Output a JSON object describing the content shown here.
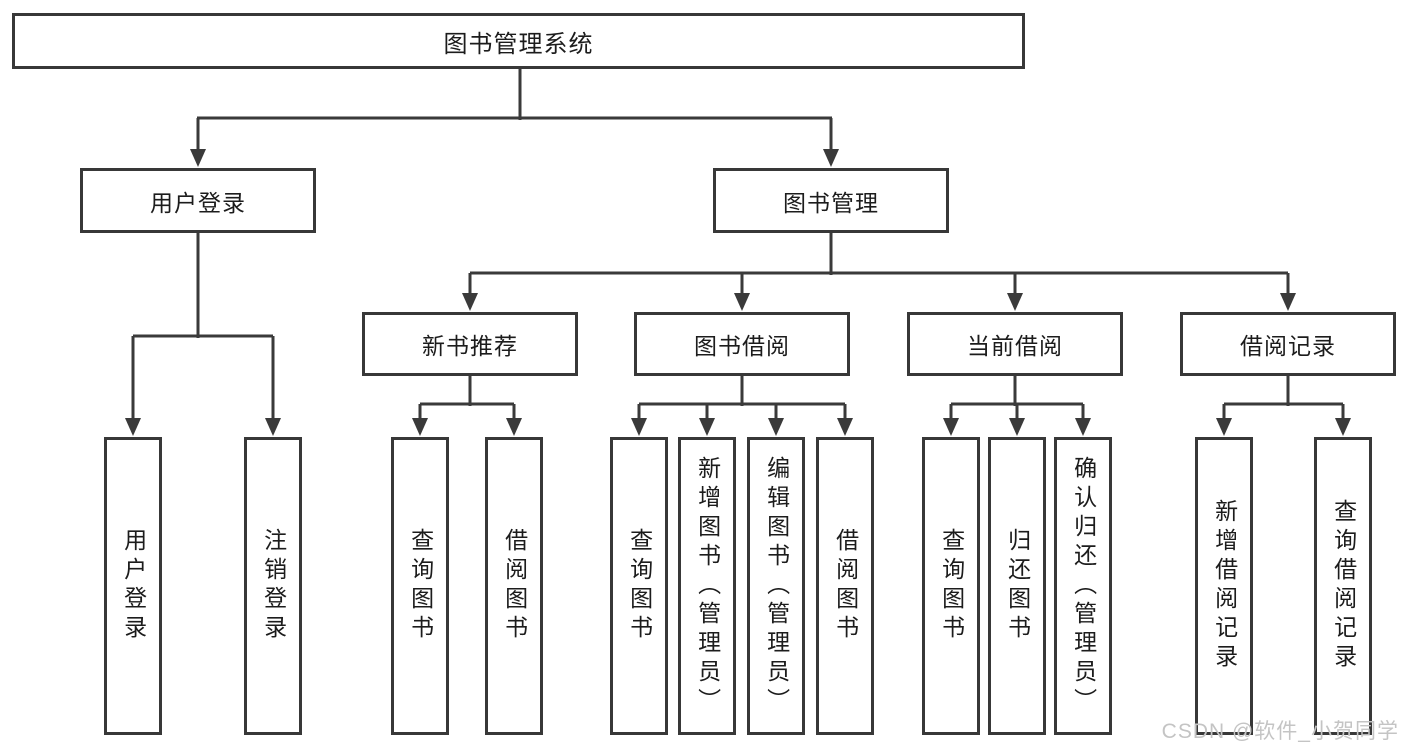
{
  "tree": {
    "root": {
      "label": "图书管理系统"
    },
    "branches": [
      {
        "label": "用户登录",
        "children": [
          {
            "label": "用户登录"
          },
          {
            "label": "注销登录"
          }
        ]
      },
      {
        "label": "图书管理",
        "groups": [
          {
            "label": "新书推荐",
            "children": [
              {
                "label": "查询图书"
              },
              {
                "label": "借阅图书"
              }
            ]
          },
          {
            "label": "图书借阅",
            "children": [
              {
                "label": "查询图书"
              },
              {
                "label": "新增图书（管理员）"
              },
              {
                "label": "编辑图书（管理员）"
              },
              {
                "label": "借阅图书"
              }
            ]
          },
          {
            "label": "当前借阅",
            "children": [
              {
                "label": "查询图书"
              },
              {
                "label": "归还图书"
              },
              {
                "label": "确认归还（管理员）"
              }
            ]
          },
          {
            "label": "借阅记录",
            "children": [
              {
                "label": "新增借阅记录"
              },
              {
                "label": "查询借阅记录"
              }
            ]
          }
        ]
      }
    ]
  },
  "watermark": {
    "label": "CSDN @软件_小贺同学"
  },
  "colors": {
    "line": "#3a3a3a",
    "text": "#1c1c1c",
    "watermark": "#c4c4c4",
    "background": "#ffffff"
  }
}
